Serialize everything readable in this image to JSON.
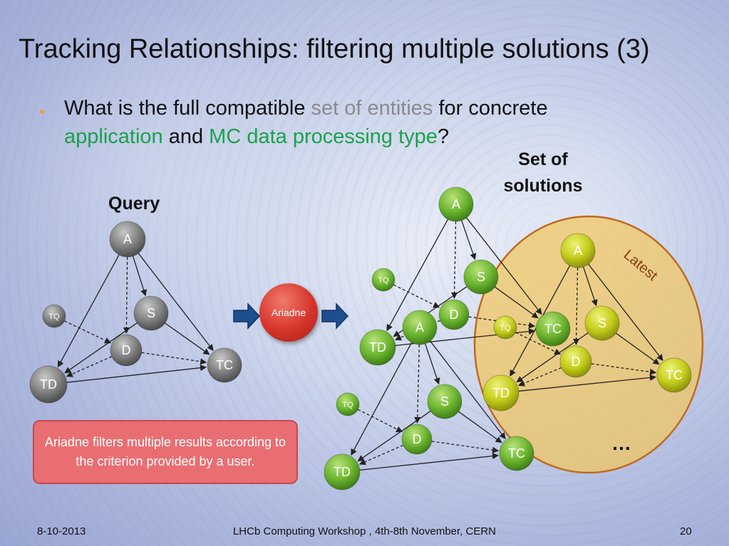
{
  "title": "Tracking Relationships: filtering multiple solutions (3)",
  "bullet": {
    "part1": "What is the full compatible ",
    "entities": "set of entities",
    "part2": " for concrete ",
    "application": "application",
    "part3": " and ",
    "mc_type": "MC data processing type",
    "part4": "?"
  },
  "query_heading": "Query",
  "set_heading": "Set of solutions",
  "ariadne_label": "Ariadne",
  "latest_label": "Latest",
  "ellipsis": "…",
  "note": "Ariadne filters multiple results according to the criterion provided by a user.",
  "footer": {
    "date": "8-10-2013",
    "event": "LHCb Computing Workshop , 4th-8th November, CERN",
    "page": "20"
  },
  "colors": {
    "green": "#6cb52f",
    "grey": "#777777",
    "yellow": "#c4cc1a",
    "red": "#d6342a",
    "latest_fill": "#f0c060",
    "latest_stroke": "#c06a20",
    "highlight_green": "#1aa24b",
    "highlight_grey": "#8a8a8a"
  },
  "icons": {
    "arrow": "right-arrow-icon",
    "bullet": "bullet-dot-icon"
  },
  "node_labels": {
    "A": "A",
    "S": "S",
    "D": "D",
    "TC": "TC",
    "TD": "TD",
    "TQ": "TQ"
  }
}
